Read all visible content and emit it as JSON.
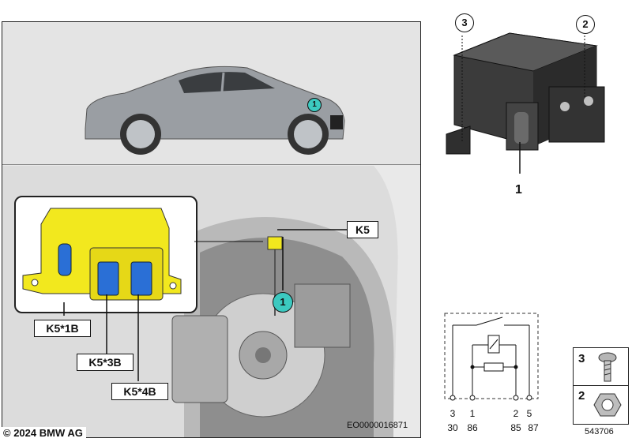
{
  "main_view": {
    "callout_number": "1",
    "overview_callout": "1",
    "labels": {
      "k5": "K5",
      "k5_1b": "K5*1B",
      "k5_3b": "K5*3B",
      "k5_4b": "K5*4B"
    },
    "image_code": "EO0000016871",
    "copyright": "© 2024 BMW AG"
  },
  "component_view": {
    "callout_2": "2",
    "callout_3": "3",
    "label_1": "1"
  },
  "schematic": {
    "pins_top": [
      "3",
      "1",
      "2",
      "5"
    ],
    "pins_bottom": [
      "30",
      "86",
      "85",
      "87"
    ]
  },
  "parts": {
    "item_3": "3",
    "item_2": "2",
    "part_code": "543706"
  },
  "colors": {
    "highlight": "#f2e81e",
    "callout": "#3cc9c0",
    "connector": "#2a6fd6"
  }
}
